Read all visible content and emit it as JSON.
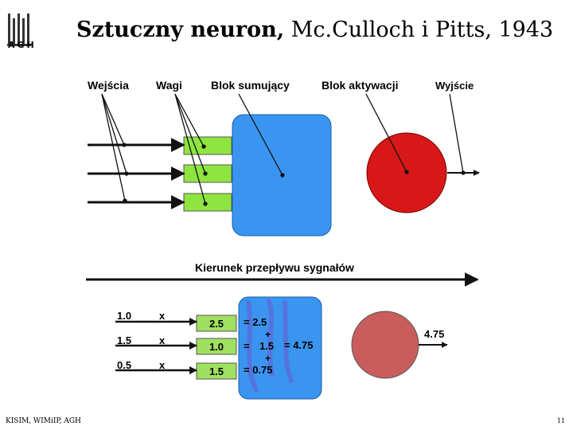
{
  "title": {
    "bold": "Sztuczny neuron,",
    "rest": " Mc.Culloch i Pitts, 1943"
  },
  "logo": {
    "text": "AGH"
  },
  "labels": {
    "inputs": "Wejścia",
    "weights": "Wagi",
    "sum_block": "Blok sumujący",
    "activation_block": "Blok aktywacji",
    "output": "Wyjście",
    "flow": "Kierunek przepływu sygnałów"
  },
  "example": {
    "inputs": [
      "1.0",
      "1.5",
      "0.5"
    ],
    "times": [
      "x",
      "x",
      "x"
    ],
    "weights": [
      "2.5",
      "1.0",
      "1.5"
    ],
    "sum_terms": [
      "= 2.5",
      "+",
      "1.5",
      "+",
      "= 0.75"
    ],
    "sum_mid_eq": "=",
    "sum_result": "= 4.75",
    "output": "4.75"
  },
  "footer": {
    "left": "KISIM, WIMiIP, AGH",
    "right": "11"
  },
  "colors": {
    "weight_box_top": "#8ee53f",
    "weight_box_bottom": "#a0e060",
    "sum_block": "#3a95f0",
    "activation_top": "#d81818",
    "activation_bottom": "#c95c5c",
    "arrow": "#111111"
  }
}
